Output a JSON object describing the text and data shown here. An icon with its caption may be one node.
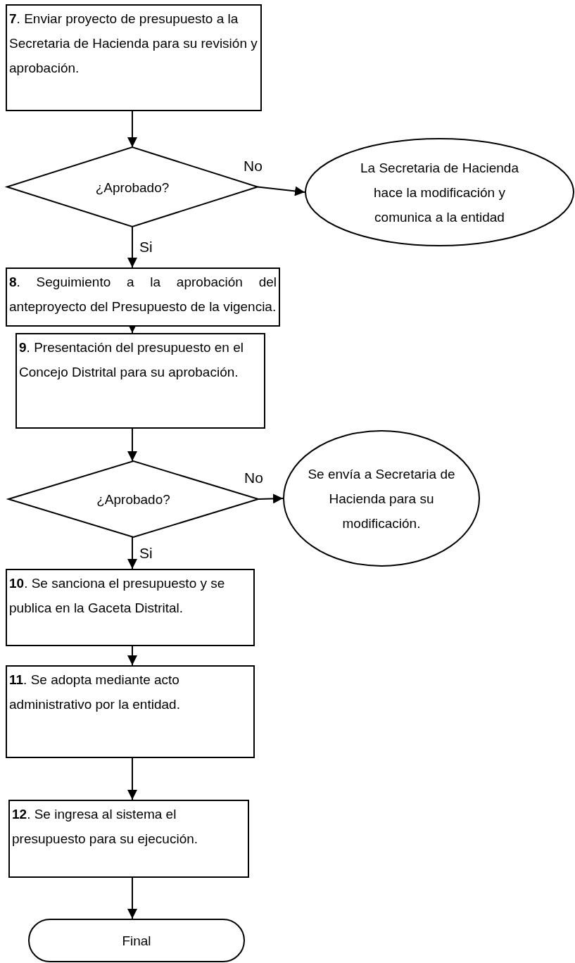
{
  "diagram": {
    "nodes": [
      {
        "text": [
          "**7**. Enviar proyecto de presupuesto a la Secretaria de Hacienda para su revisión y aprobación."
        ]
      },
      {
        "text": [
          "¿Aprobado?"
        ]
      },
      {
        "text": [
          "La Secretaria de Hacienda hace la modificación y comunica a la entidad"
        ]
      },
      {
        "text": [
          "**8**. Seguimiento a la aprobación del anteproyecto del Presupuesto de la vigencia."
        ]
      },
      {
        "text": [
          "**9**. Presentación del presupuesto en el Concejo Distrital para su aprobación."
        ]
      },
      {
        "text": [
          "¿Aprobado?"
        ]
      },
      {
        "text": [
          "Se envía a Secretaria de Hacienda para su modificación."
        ]
      },
      {
        "text": [
          "**10**. Se sanciona el presupuesto y se publica en la Gaceta Distrital."
        ]
      },
      {
        "text": [
          "**11**. Se adopta mediante acto administrativo por la entidad."
        ]
      },
      {
        "text": [
          "**12**. Se ingresa al sistema el presupuesto para su ejecución."
        ]
      },
      {
        "text": [
          "Final"
        ]
      }
    ],
    "edges": [
      {
        "from": 0,
        "to": 1,
        "arrow": "to"
      },
      {
        "from": 1,
        "to": 2,
        "arrow": "to",
        "label": "No"
      },
      {
        "from": 1,
        "to": 3,
        "arrow": "to",
        "label": "Si"
      },
      {
        "from": 3,
        "to": 4,
        "arrow": "to"
      },
      {
        "from": 4,
        "to": 5,
        "arrow": "to"
      },
      {
        "from": 5,
        "to": 6,
        "arrow": "to",
        "label": "No"
      },
      {
        "from": 5,
        "to": 7,
        "arrow": "to",
        "label": "Si"
      },
      {
        "from": 7,
        "to": 8,
        "arrow": "to"
      },
      {
        "from": 8,
        "to": 9,
        "arrow": "to"
      },
      {
        "from": 9,
        "to": 10,
        "arrow": "to"
      }
    ]
  }
}
